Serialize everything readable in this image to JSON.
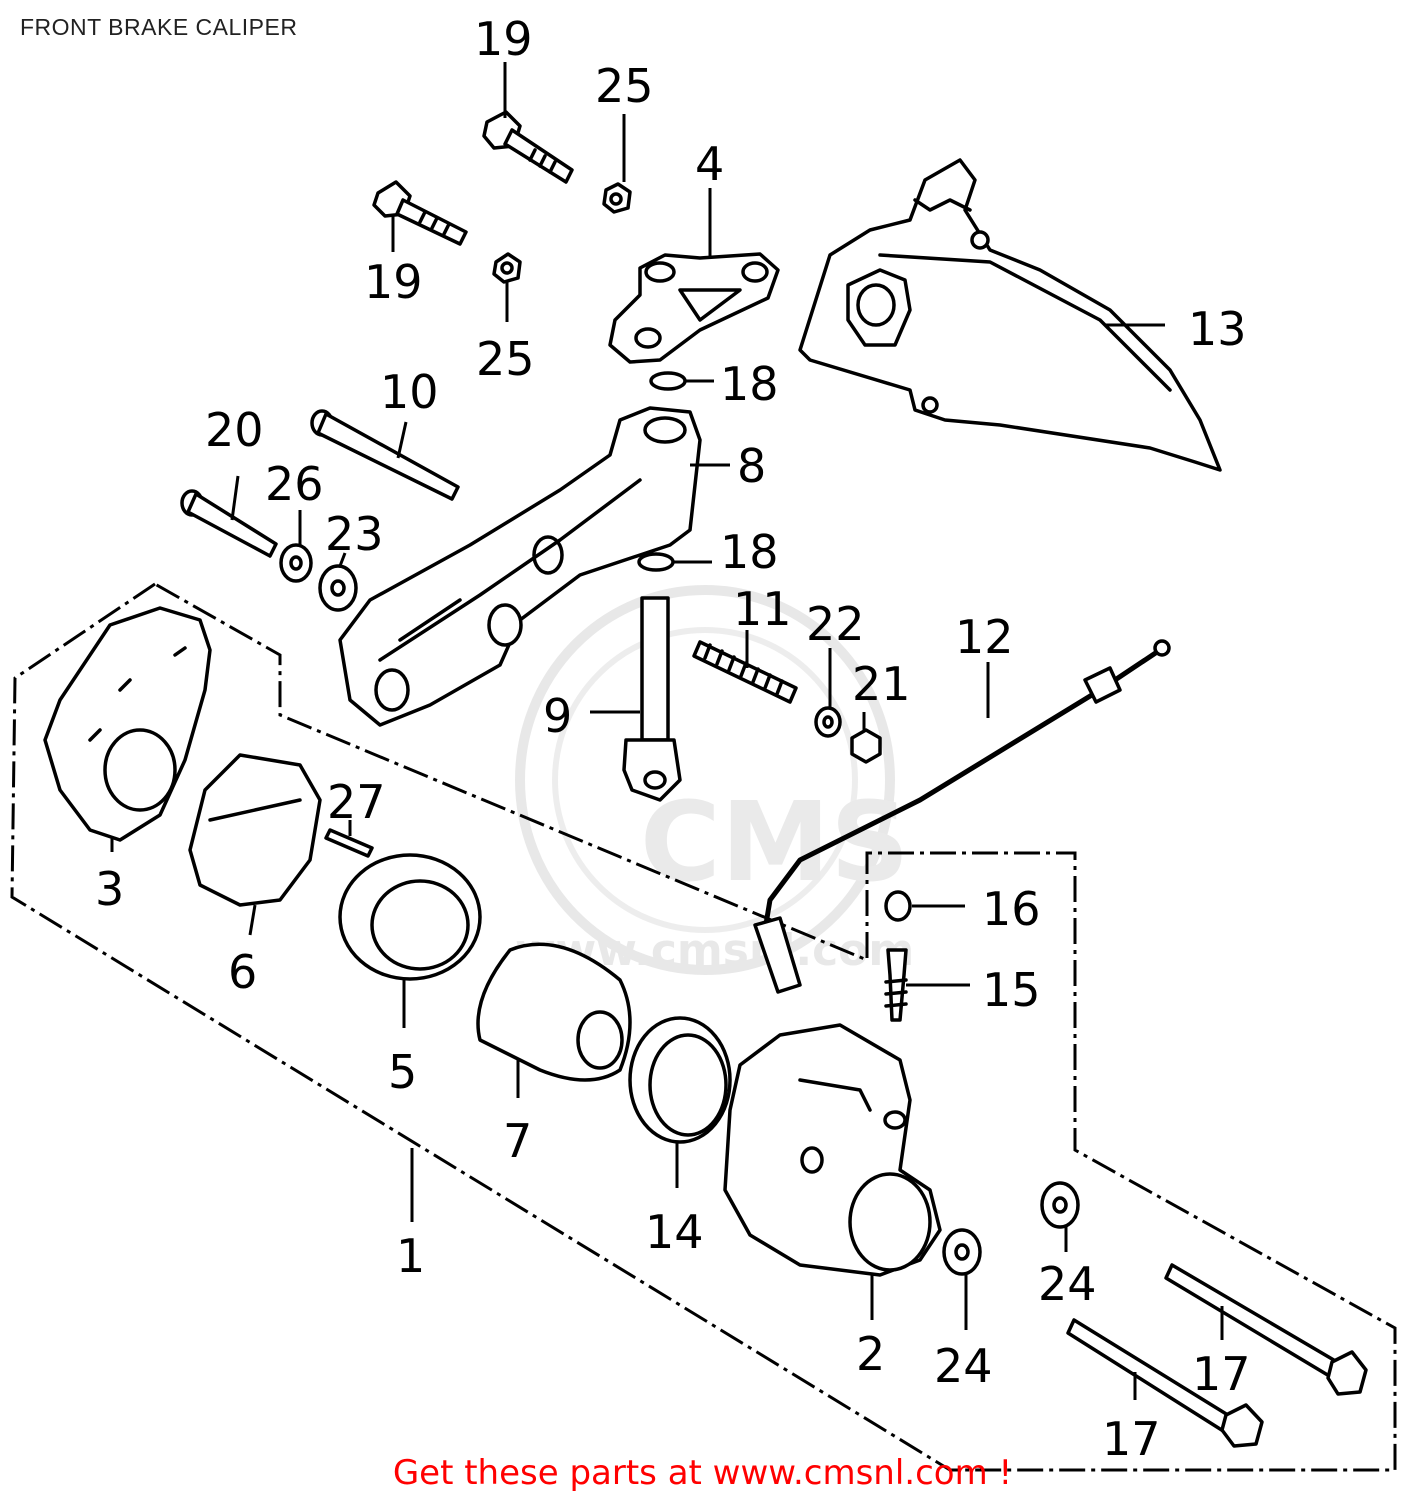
{
  "title": "FRONT BRAKE CALIPER",
  "footer": {
    "text": "Get these parts at www.cmsnl.com !",
    "color": "#ff0000"
  },
  "watermark": {
    "logo": "CMS",
    "url": "www.cmsnl.com"
  },
  "callouts": [
    "19",
    "25",
    "4",
    "19",
    "25",
    "13",
    "18",
    "10",
    "20",
    "8",
    "26",
    "23",
    "18",
    "11",
    "22",
    "12",
    "21",
    "9",
    "3",
    "27",
    "6",
    "16",
    "5",
    "15",
    "7",
    "14",
    "1",
    "24",
    "24",
    "2",
    "17",
    "17"
  ]
}
